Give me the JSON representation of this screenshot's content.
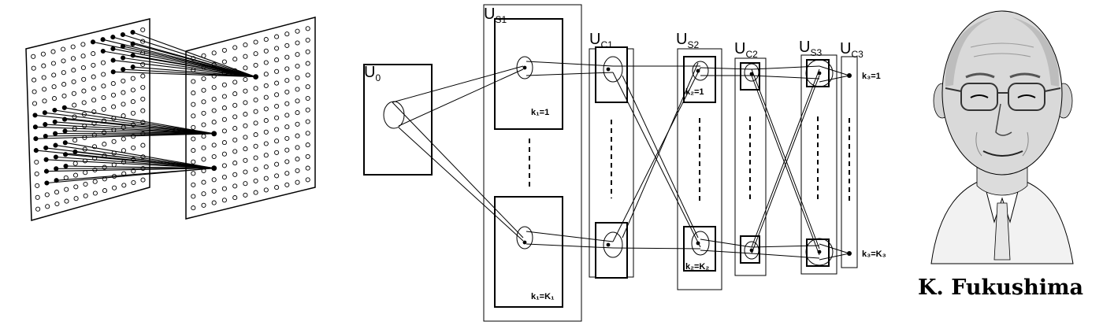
{
  "neocognitron": {
    "layers": {
      "u0": {
        "main": "U",
        "sub": "0"
      },
      "us1": {
        "main": "U",
        "sub": "S1"
      },
      "uc1": {
        "main": "U",
        "sub": "C1"
      },
      "us2": {
        "main": "U",
        "sub": "S2"
      },
      "uc2": {
        "main": "U",
        "sub": "C2"
      },
      "us3": {
        "main": "U",
        "sub": "S3"
      },
      "uc3": {
        "main": "U",
        "sub": "C3"
      }
    },
    "plane_labels": {
      "k1_top": "k₁=1",
      "k1_bottom": "k₁=K₁",
      "k2_top": "k₂=1",
      "k2_bottom": "k₂=K₂",
      "k3_top": "k₃=1",
      "k3_bottom": "k₃=K₃"
    }
  },
  "portrait": {
    "caption": "K. Fukushima"
  },
  "colors": {
    "ink": "#000000",
    "background": "#ffffff",
    "skin": "#d9d9d9"
  }
}
